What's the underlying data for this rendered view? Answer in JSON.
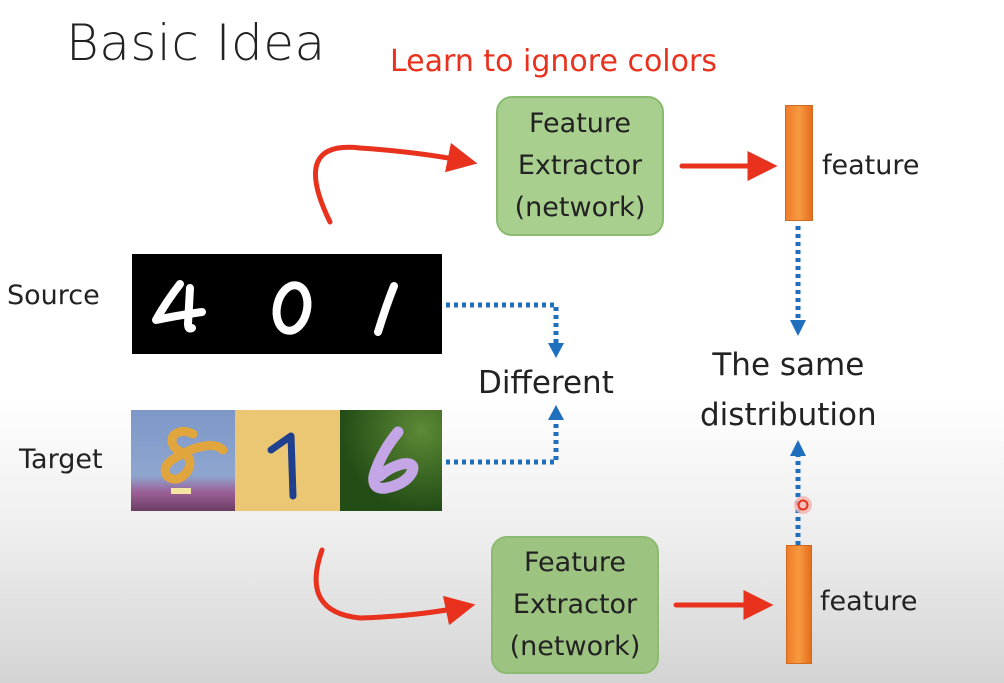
{
  "title": "Basic Idea",
  "subtitle": "Learn to ignore colors",
  "extractor_top": {
    "line1": "Feature",
    "line2": "Extractor",
    "line3": "(network)"
  },
  "extractor_bottom": {
    "line1": "Feature",
    "line2": "Extractor",
    "line3": "(network)"
  },
  "feature_top_label": "feature",
  "feature_bottom_label": "feature",
  "source_label": "Source",
  "target_label": "Target",
  "source_digits": [
    "4",
    "0",
    "1"
  ],
  "target_digits": [
    "8",
    "1",
    "6"
  ],
  "different_label": "Different",
  "same_distribution": {
    "line1": "The same",
    "line2": "distribution"
  },
  "colors": {
    "arrow_red": "#e8321e",
    "dotted_blue": "#1f6fbf",
    "box_green": "#a9cf8f",
    "feature_orange": "#f28a30",
    "subtitle_red": "#e8321e"
  }
}
